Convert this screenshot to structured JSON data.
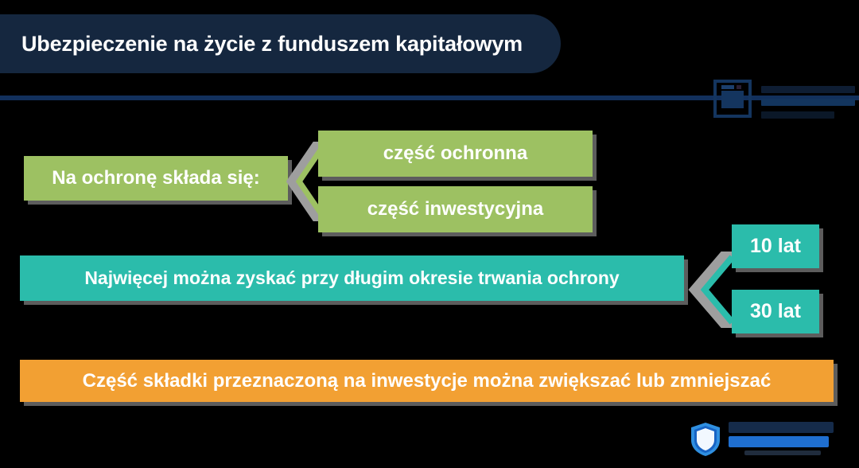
{
  "header": {
    "title": "Ubezpieczenie na życie z funduszem kapitałowym"
  },
  "colors": {
    "title_bg": "#15273f",
    "divider": "#12305c",
    "green": "#9dc162",
    "teal": "#2bbcab",
    "orange": "#f2a033",
    "chevron_gray": "#9e9e9e",
    "background": "#000000",
    "text": "#ffffff"
  },
  "diagram": {
    "protection_row": {
      "label": "Na ochronę składa się:",
      "connector_icon": "chevron-left-icon",
      "items": [
        {
          "label": "część ochronna"
        },
        {
          "label": "część inwestycyjna"
        }
      ]
    },
    "duration_row": {
      "label": "Najwięcej można zyskać przy długim okresie trwania ochrony",
      "connector_icon": "chevron-left-icon",
      "items": [
        {
          "label": "10 lat"
        },
        {
          "label": "30 lat"
        }
      ]
    },
    "note_row": {
      "label": "Część składki przeznaczoną na inwestycje można zwiększać lub zmniejszać"
    }
  },
  "logos": {
    "top_right": {
      "icon": "document-square-icon"
    },
    "bottom_right": {
      "icon": "shield-icon"
    }
  }
}
